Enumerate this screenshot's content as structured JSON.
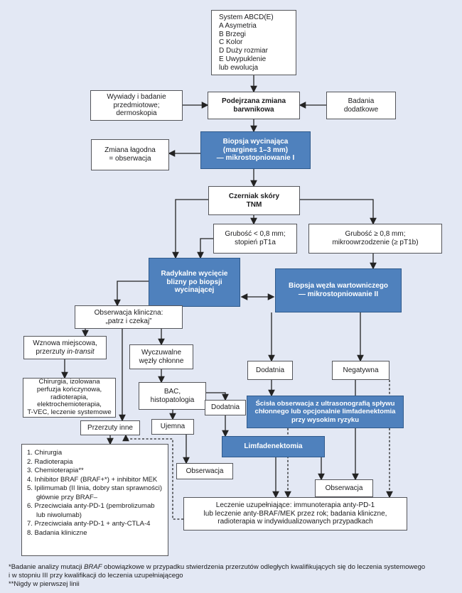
{
  "colors": {
    "background": "#e3e8f4",
    "node_blue": "#4f81bd",
    "node_blue_border": "#2f5a8c",
    "line": "#232323",
    "white_node_border": "#54555a"
  },
  "nodes": {
    "system_abcde": "System ABCD(E)\nA  Asymetria\nB  Brzegi\nC  Kolor\nD  Duży rozmiar\nE  Uwypuklenie\n      lub ewolucja",
    "wywiady": "Wywiady i badanie\nprzedmiotowe;\ndermoskopia",
    "podejrzana": "Podejrzana zmiana\nbarwnikowa",
    "badania_dodatkowe": "Badania\ndodatkowe",
    "zmiana_lagodna": "Zmiana łagodna\n= obserwacja",
    "biopsja_wycinajaca": "Biopsja wycinająca\n(margines 1–3 mm)\n— mikrostopniowanie I",
    "czerniak_tnm": "Czerniak skóry\nTNM",
    "grubosc_lt": "Grubość < 0,8 mm;\nstopień pT1a",
    "grubosc_ge": "Grubość ≥ 0,8 mm;\nmikroowrzodzenie (≥ pT1b)",
    "radykalne": "Radykalne wycięcie\nblizny po biopsji\nwycinającej",
    "biopsja_wezla": "Biopsja węzła wartowniczego\n— mikrostopniowanie II",
    "obserwacja_kliniczna": "Obserwacja kliniczna:\n„patrz i czekaj”",
    "wznowa_line1": "Wznowa miejscowa,",
    "wznowa_line2_prefix": "przerzuty ",
    "wznowa_line2_italic": "in-transit",
    "wyczuwalne": "Wyczuwalne\nwęzły chłonne",
    "chirurgia": "Chirurgia, izolowana\nperfuzja kończynowa,\nradioterapia,\nelektrochemioterapia,\nT-VEC, leczenie systemowe",
    "bac": "BAC,\nhistopatologia",
    "przerzuty_inne": "Przerzuty inne",
    "dodatnia_1": "Dodatnia",
    "negatywna": "Negatywna",
    "ujemna": "Ujemna",
    "dodatnia_2": "Dodatnia",
    "scisla": "Ścisła obserwacja z ultrasonografią spływu\nchłonnego lub opcjonalnie limfadenektomia\nprzy wysokim ryzyku",
    "limfadenektomia": "Limfadenektomia",
    "obserwacja_1": "Obserwacja",
    "obserwacja_2": "Obserwacja",
    "leczenie": "Leczenie uzupełniające: immunoterapia anty-PD-1\nlub leczenie anty-BRAF/MEK przez rok; badania kliniczne,\nradioterapia w indywidualizowanych przypadkach"
  },
  "lists": {
    "treatment": [
      "1. Chirurgia",
      "2. Radioterapia",
      "3. Chemioterapia**",
      "4. Inhibitor BRAF (BRAF+*) + inhibitor MEK",
      "5. Ipilimumab (II linia, dobry stan sprawności) głównie przy BRAF–",
      "6. Przeciwciała anty-PD-1 (pembrolizumab lub niwolumab)",
      "7. Przeciwciała anty-PD-1 + anty-CTLA-4",
      "8. Badania kliniczne"
    ]
  },
  "footnotes": {
    "fn1_prefix": "*Badanie analizy mutacji ",
    "fn1_italic": "BRAF",
    "fn1_suffix": " obowiązkowe w przypadku stwierdzenia przerzutów odległych kwalifikujących się do leczenia systemowego",
    "fn2": "i w stopniu III przy kwalifikacji do leczenia uzupełniającego",
    "fn3": "**Nigdy w pierwszej linii"
  }
}
